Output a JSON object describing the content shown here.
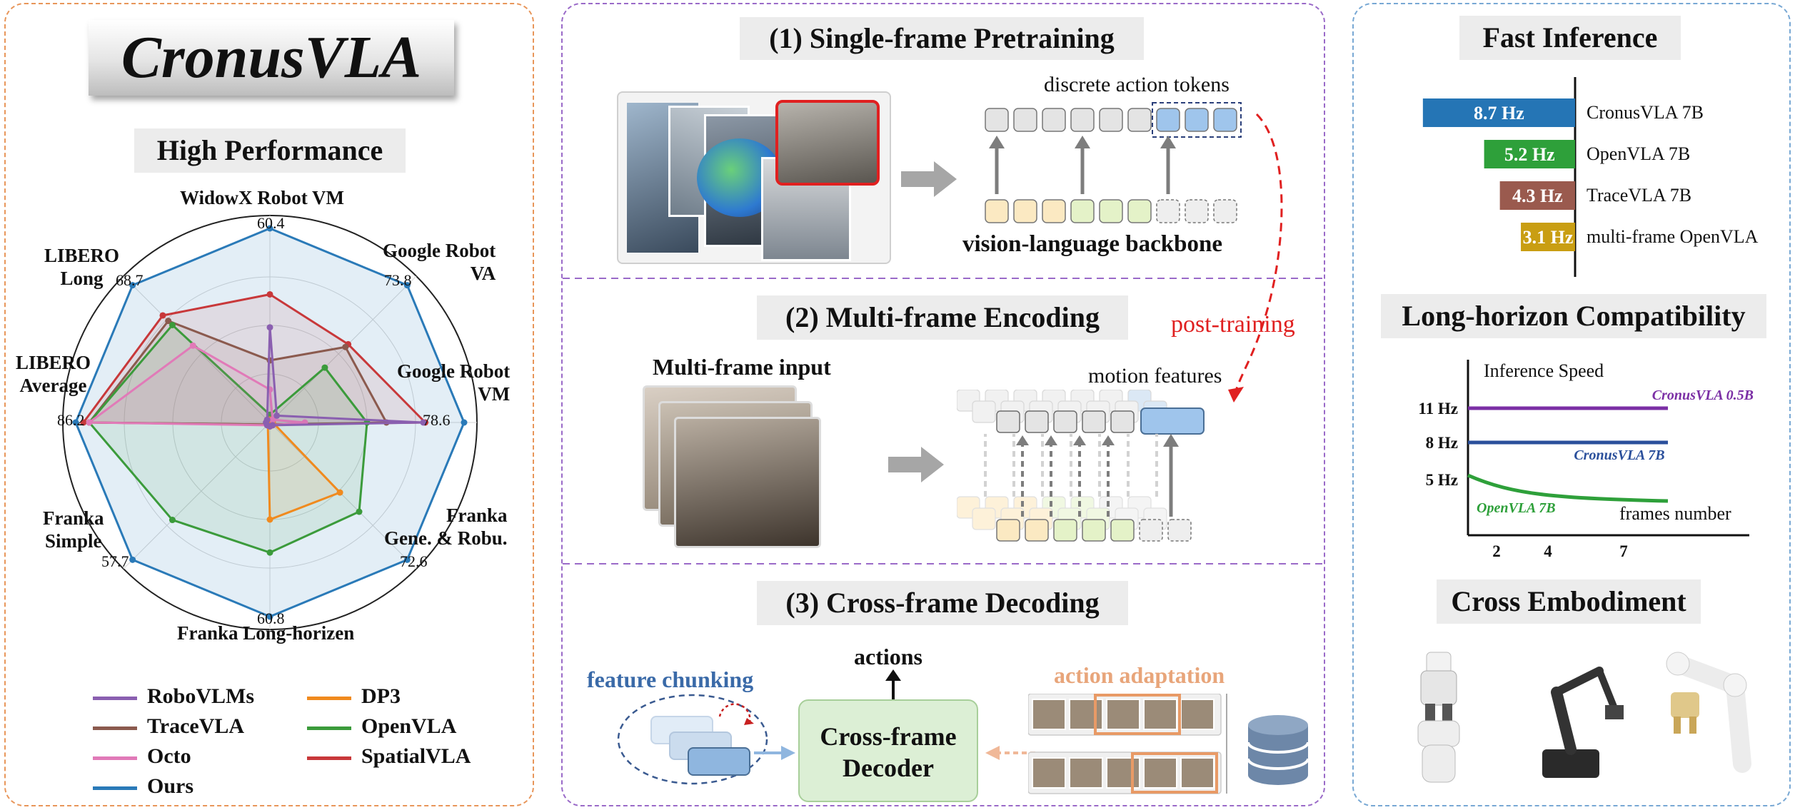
{
  "title": "CronusVLA",
  "high_performance": {
    "header": "High Performance",
    "axes": [
      {
        "label": [
          "WidowX Robot VM"
        ],
        "value": "60.4"
      },
      {
        "label": [
          "Google Robot",
          "VA"
        ],
        "value": "73.8"
      },
      {
        "label": [
          "Google Robot",
          "VM"
        ],
        "value": "78.6"
      },
      {
        "label": [
          "Franka",
          "Gene. & Robu."
        ],
        "value": "72.6"
      },
      {
        "label": [
          "Franka Long-horizen"
        ],
        "value": "60.8"
      },
      {
        "label": [
          "Franka",
          "Simple"
        ],
        "value": "57.7"
      },
      {
        "label": [
          "LIBERO",
          "Average"
        ],
        "value": "86.2"
      },
      {
        "label": [
          "LIBERO",
          "Long"
        ],
        "value": "68.7"
      }
    ],
    "legend": [
      "RoboVLMs",
      "DP3",
      "TraceVLA",
      "OpenVLA",
      "Octo",
      "SpatialVLA",
      "Ours"
    ]
  },
  "chart_data": {
    "type": "radar",
    "axes": [
      "WidowX Robot VM",
      "Google Robot VA",
      "Google Robot VM",
      "Franka Gene. & Robu.",
      "Franka Long-horizen",
      "Franka Simple",
      "LIBERO Average",
      "LIBERO Long"
    ],
    "max_values": [
      60.4,
      73.8,
      78.6,
      72.6,
      60.8,
      57.7,
      86.2,
      68.7
    ],
    "series": [
      {
        "name": "Ours",
        "color": "#2a7ab8",
        "values": [
          1,
          1,
          1,
          1,
          1,
          1,
          1,
          1
        ]
      },
      {
        "name": "SpatialVLA",
        "color": "#c8383a",
        "values": [
          0.66,
          0.57,
          0.8,
          0,
          0,
          0,
          0.96,
          0.78
        ]
      },
      {
        "name": "TraceVLA",
        "color": "#8b5a4e",
        "values": [
          0.32,
          0.55,
          0.6,
          0,
          0,
          0,
          0.93,
          0.74
        ]
      },
      {
        "name": "OpenVLA",
        "color": "#3b9b3b",
        "values": [
          0.04,
          0.4,
          0.5,
          0.65,
          0.67,
          0.71,
          0.93,
          0.71
        ]
      },
      {
        "name": "RoboVLMs",
        "color": "#8a5fb0",
        "values": [
          0.49,
          0.05,
          0.79,
          0.02,
          0.02,
          0.02,
          0.02,
          0.02
        ]
      },
      {
        "name": "Octo",
        "color": "#e17ab8",
        "values": [
          0.17,
          0.02,
          0.18,
          0.02,
          0.02,
          0.02,
          0.93,
          0.56
        ]
      },
      {
        "name": "DP3",
        "color": "#f08a1e",
        "values": [
          0.01,
          0.01,
          0.01,
          0.51,
          0.5,
          0.01,
          0.01,
          0.01
        ]
      }
    ]
  },
  "stage1": {
    "title": "(1) Single-frame Pretraining",
    "tokens_label": "discrete action tokens",
    "backbone_label": "vision-language backbone"
  },
  "stage2": {
    "title": "(2) Multi-frame Encoding",
    "input_label": "Multi-frame input",
    "features_label": "motion features",
    "post_training": "post-training"
  },
  "stage3": {
    "title": "(3) Cross-frame Decoding",
    "actions_label": "actions",
    "chunking_label": "feature chunking",
    "decoder_label": [
      "Cross-frame",
      "Decoder"
    ],
    "adaptation_label": "action adaptation"
  },
  "fast_inference": {
    "header": "Fast Inference",
    "bars": [
      {
        "value_label": "8.7 Hz",
        "name": "CronusVLA 7B",
        "value": 8.7,
        "color": "#2575b5"
      },
      {
        "value_label": "5.2 Hz",
        "name": "OpenVLA 7B",
        "value": 5.2,
        "color": "#2ea03a"
      },
      {
        "value_label": "4.3 Hz",
        "name": "TraceVLA 7B",
        "value": 4.3,
        "color": "#9a5a4e"
      },
      {
        "value_label": "3.1 Hz",
        "name": "multi-frame OpenVLA",
        "value": 3.1,
        "color": "#c99e12"
      }
    ]
  },
  "long_horizon": {
    "header": "Long-horizon Compatibility",
    "y_axis_label": "Inference Speed",
    "x_axis_label": "frames number",
    "y_ticks": [
      "11 Hz",
      "8 Hz",
      "5 Hz"
    ],
    "x_ticks": [
      "2",
      "4",
      "7"
    ],
    "lines": [
      {
        "name": "CronusVLA 0.5B",
        "color": "#7b2fa5"
      },
      {
        "name": "CronusVLA 7B",
        "color": "#2a4f9b"
      },
      {
        "name": "OpenVLA 7B",
        "color": "#2ea03a"
      }
    ]
  },
  "cross_embodiment": {
    "header": "Cross Embodiment"
  }
}
